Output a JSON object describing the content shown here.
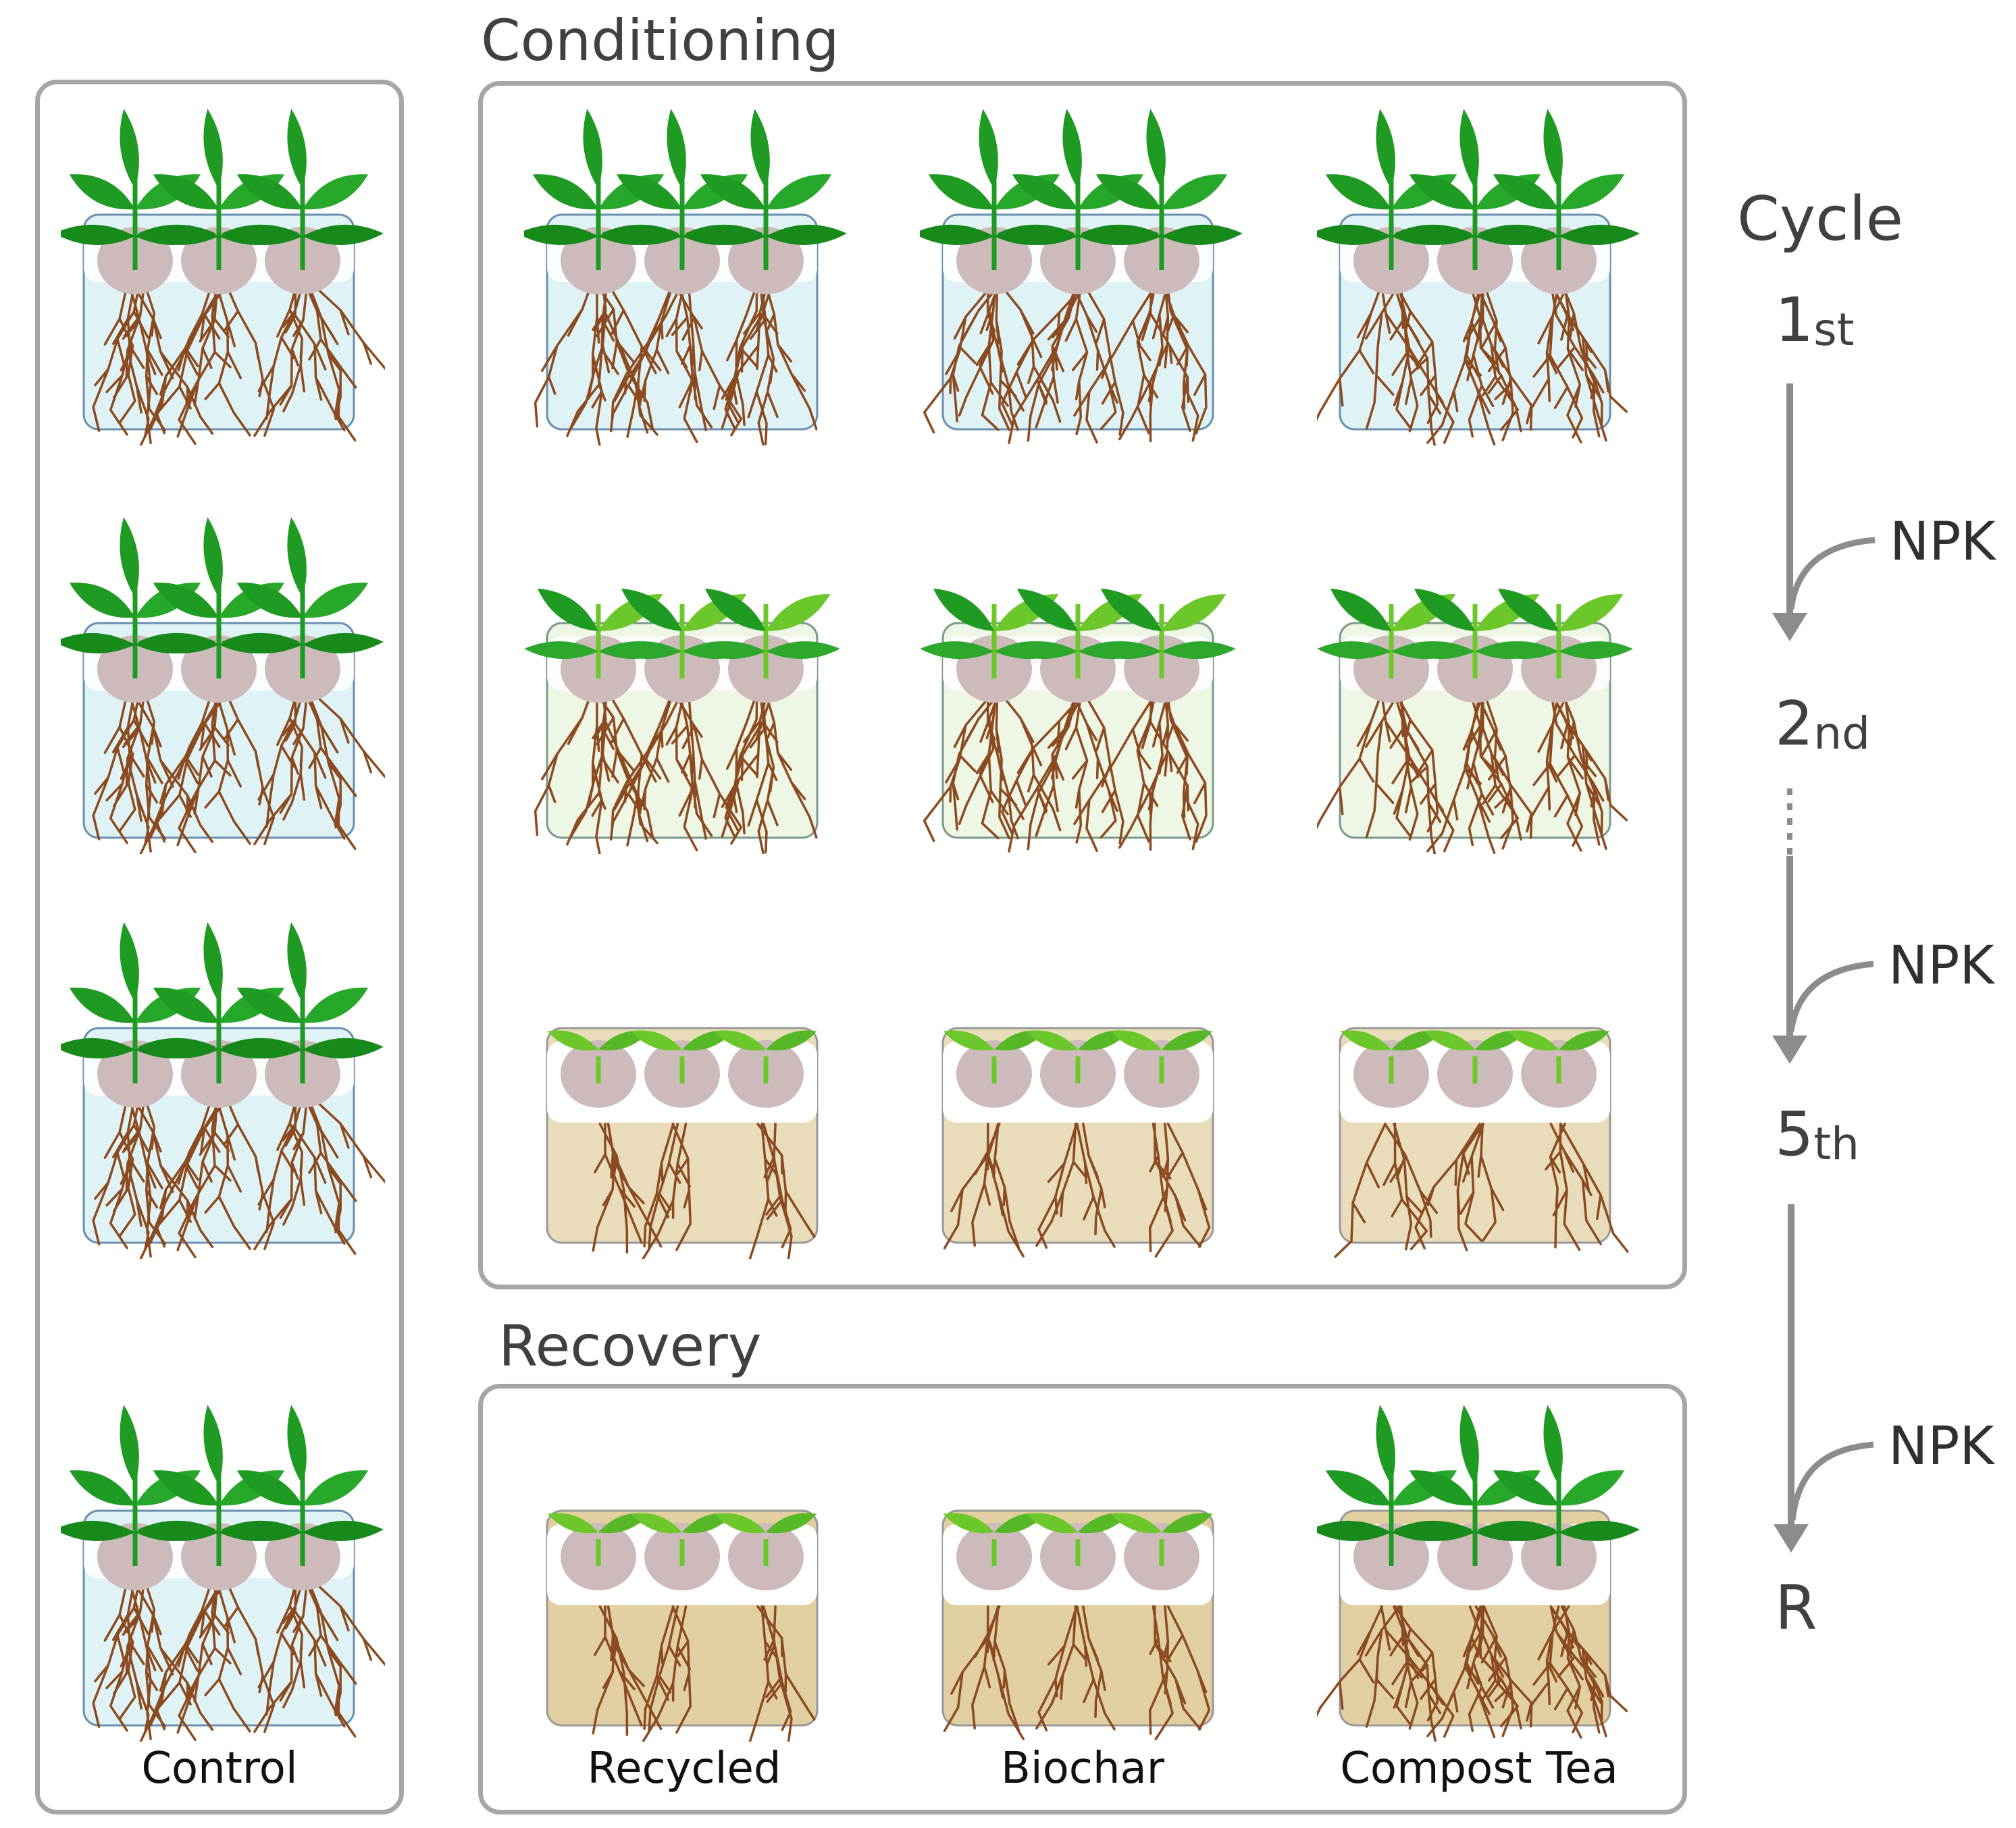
{
  "sections": {
    "conditioning_title": "Conditioning",
    "recovery_title": "Recovery"
  },
  "labels": {
    "control": "Control",
    "recycled": "Recycled",
    "biochar": "Biochar",
    "compost_tea": "Compost Tea"
  },
  "cycle": {
    "title": "Cycle",
    "steps": [
      {
        "num": "1",
        "suffix": "st"
      },
      {
        "num": "2",
        "suffix": "nd"
      },
      {
        "num": "5",
        "suffix": "th"
      },
      {
        "num": "R",
        "suffix": ""
      }
    ],
    "fertilizer_label": "NPK"
  },
  "colors": {
    "panel_border": "#a6a6a6",
    "water_blue": "#dff3f6",
    "water_green": "#eef6e6",
    "soil_light": "#e8dcbb",
    "soil_dark": "#e2cfa1",
    "pebble": "#cdbabb",
    "root": "#8b4a1f",
    "leaf_dark": "#1f9a22",
    "leaf_light": "#6cc82a",
    "arrow": "#8c8c8c"
  }
}
